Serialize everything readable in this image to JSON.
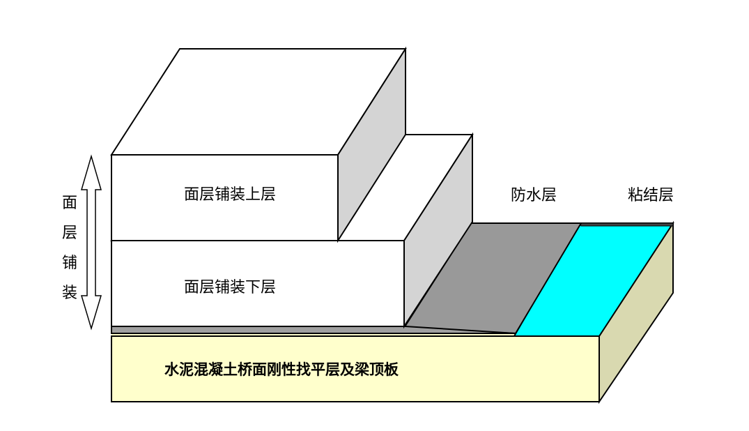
{
  "labels": {
    "upper_layer": "面层铺装上层",
    "lower_layer": "面层铺装下层",
    "waterproof_layer": "防水层",
    "bonding_layer": "粘结层",
    "base_layer": "水泥混凝土桥面刚性找平层及梁顶板"
  },
  "side_label": [
    "面",
    "层",
    "铺",
    "装"
  ],
  "colors": {
    "block_face": "#ffffff",
    "block_side": "#d4d4d4",
    "waterproof": "#999999",
    "bonding": "#00ffff",
    "base_front": "#ffffcc",
    "base_side": "#d9d9b0",
    "outline": "#000000"
  }
}
